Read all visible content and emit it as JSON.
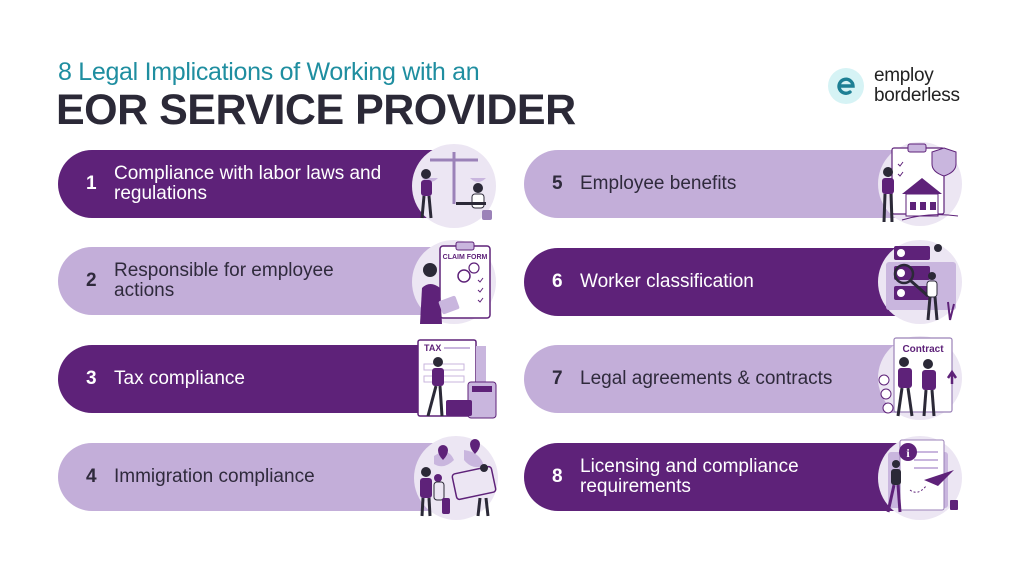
{
  "header": {
    "subtitle": "8 Legal Implications of Working with an",
    "title": "EOR SERVICE PROVIDER"
  },
  "logo": {
    "line1": "employ",
    "line2": "borderless",
    "mark": "e",
    "icon": "employ-borderless-logo-icon"
  },
  "colors": {
    "dark_purple": "#5e2279",
    "light_purple": "#c3aed9",
    "teal": "#1f8ea0",
    "title_text": "#2b2937"
  },
  "items": [
    {
      "num": "1",
      "label": "Compliance with labor laws and regulations",
      "style": "dark",
      "illustration": "scales-of-justice-illustration"
    },
    {
      "num": "2",
      "label": "Responsible for employee actions",
      "style": "light",
      "illustration": "claim-form-illustration",
      "illustration_text": "CLAIM FORM"
    },
    {
      "num": "3",
      "label": "Tax compliance",
      "style": "dark",
      "illustration": "tax-form-calculator-illustration",
      "illustration_text": "TAX"
    },
    {
      "num": "4",
      "label": "Immigration compliance",
      "style": "light",
      "illustration": "globe-travelers-id-card-illustration"
    },
    {
      "num": "5",
      "label": "Employee benefits",
      "style": "light",
      "illustration": "benefits-house-shield-illustration"
    },
    {
      "num": "6",
      "label": "Worker classification",
      "style": "dark",
      "illustration": "profiles-magnifier-illustration"
    },
    {
      "num": "7",
      "label": "Legal agreements & contracts",
      "style": "light",
      "illustration": "contract-handshake-illustration",
      "illustration_text": "Contract"
    },
    {
      "num": "8",
      "label": "Licensing and compliance requirements",
      "style": "dark",
      "illustration": "document-info-paper-plane-illustration"
    }
  ]
}
